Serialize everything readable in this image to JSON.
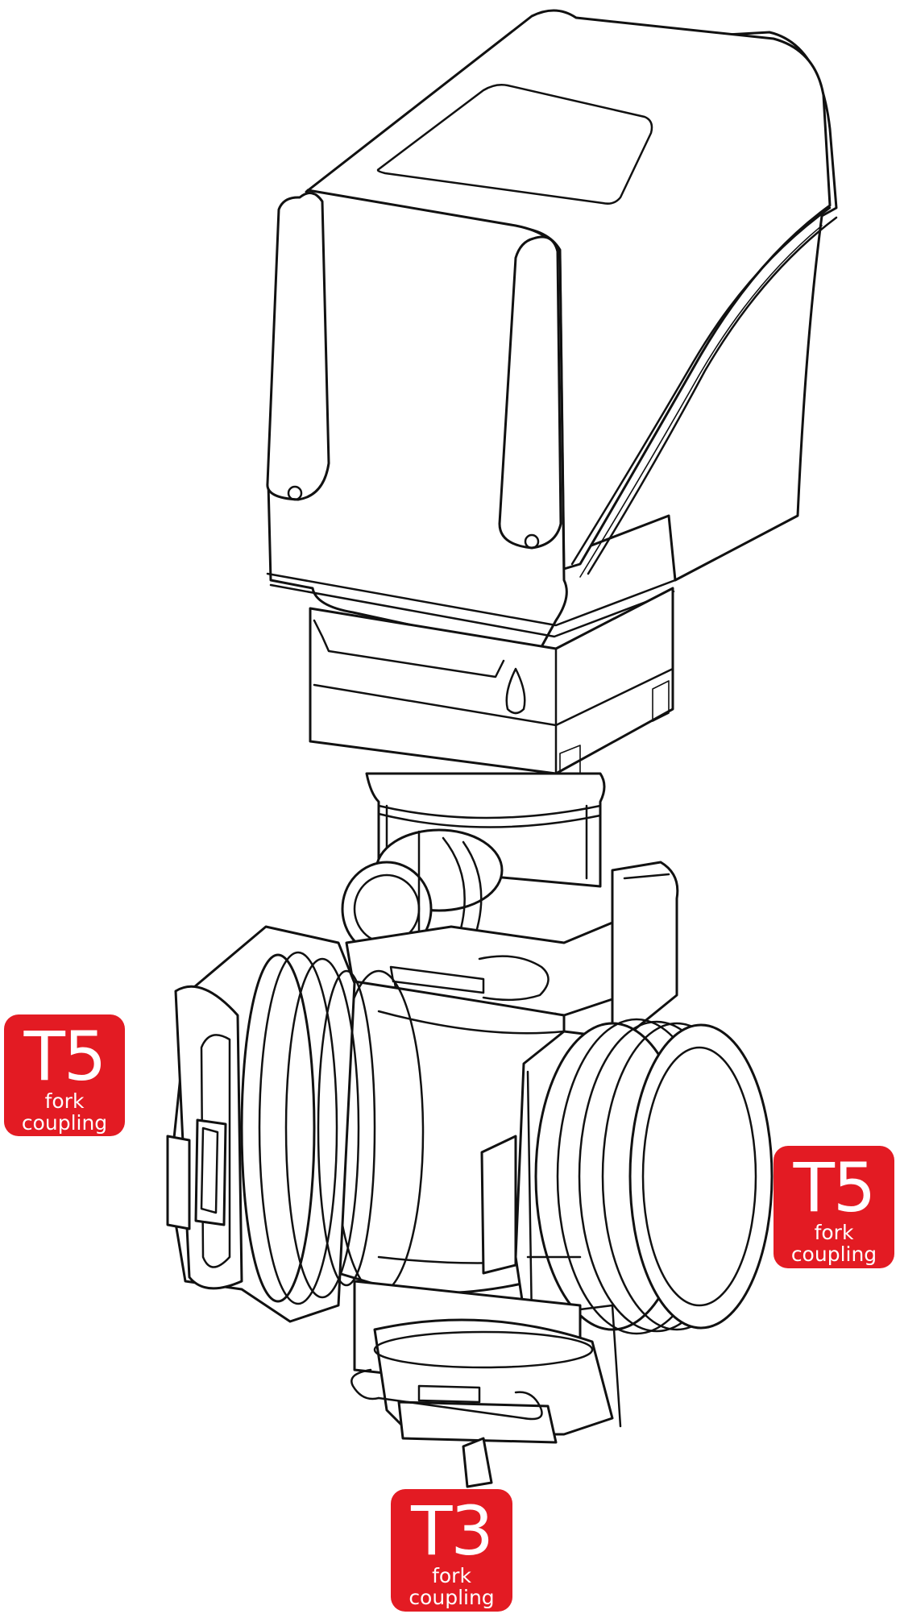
{
  "diagram": {
    "badge_color": "#e31b23",
    "badges": {
      "left": {
        "code": "T5",
        "line1": "fork",
        "line2": "coupling"
      },
      "right": {
        "code": "T5",
        "line1": "fork",
        "line2": "coupling"
      },
      "bottom": {
        "code": "T3",
        "line1": "fork",
        "line2": "coupling"
      }
    }
  }
}
